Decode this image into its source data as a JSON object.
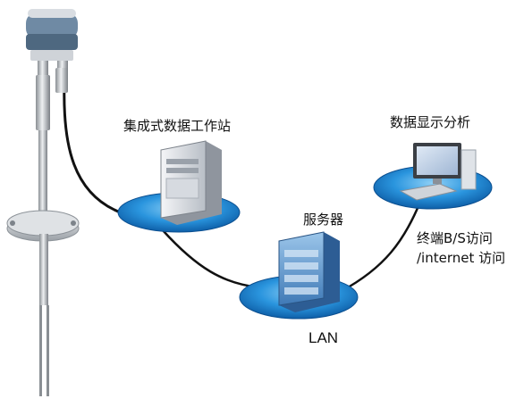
{
  "labels": {
    "workstation": "集成式数据工作站",
    "server": "服务器",
    "lan": "LAN",
    "display": "数据显示分析",
    "terminal_line1": "终端B/S访问",
    "terminal_line2": "/internet 访问"
  },
  "colors": {
    "platform_blue": "#1e88d8",
    "platform_light": "#7cc6f2",
    "cable": "#111111",
    "flange": "#c0c4c8",
    "probe_cap": "#5a7590"
  },
  "icons": {
    "probe": "sensor-probe-icon",
    "workstation": "tower-pc-icon",
    "server": "server-rack-icon",
    "display": "desktop-computer-icon"
  }
}
